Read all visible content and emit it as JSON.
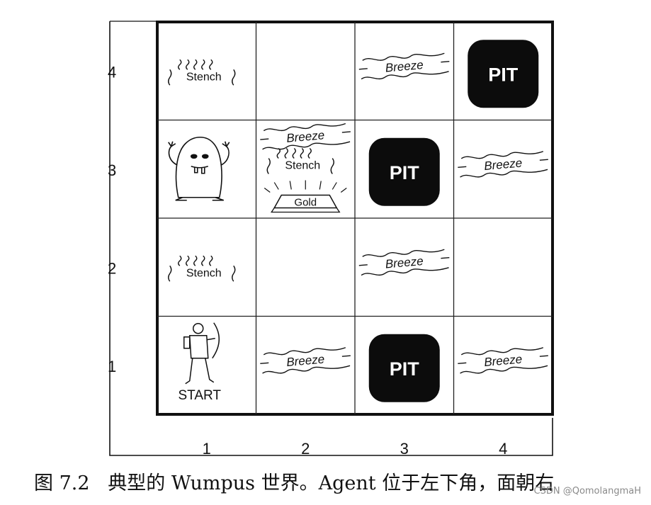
{
  "row_labels": [
    "4",
    "3",
    "2",
    "1"
  ],
  "col_labels": [
    "1",
    "2",
    "3",
    "4"
  ],
  "cells": [
    {
      "col": 1,
      "row": 4,
      "items": [
        "stench"
      ]
    },
    {
      "col": 2,
      "row": 4,
      "items": []
    },
    {
      "col": 3,
      "row": 4,
      "items": [
        "breeze"
      ]
    },
    {
      "col": 4,
      "row": 4,
      "items": [
        "pit"
      ]
    },
    {
      "col": 1,
      "row": 3,
      "items": [
        "wumpus"
      ]
    },
    {
      "col": 2,
      "row": 3,
      "items": [
        "breeze",
        "stench",
        "gold"
      ]
    },
    {
      "col": 3,
      "row": 3,
      "items": [
        "pit"
      ]
    },
    {
      "col": 4,
      "row": 3,
      "items": [
        "breeze"
      ]
    },
    {
      "col": 1,
      "row": 2,
      "items": [
        "stench"
      ]
    },
    {
      "col": 2,
      "row": 2,
      "items": []
    },
    {
      "col": 3,
      "row": 2,
      "items": [
        "breeze"
      ]
    },
    {
      "col": 4,
      "row": 2,
      "items": []
    },
    {
      "col": 1,
      "row": 1,
      "items": [
        "agent"
      ]
    },
    {
      "col": 2,
      "row": 1,
      "items": [
        "breeze"
      ]
    },
    {
      "col": 3,
      "row": 1,
      "items": [
        "pit"
      ]
    },
    {
      "col": 4,
      "row": 1,
      "items": [
        "breeze"
      ]
    }
  ],
  "text": {
    "stench": "Stench",
    "breeze": "Breeze",
    "pit": "PIT",
    "gold": "Gold",
    "start": "START"
  },
  "caption": {
    "figure_no": "图 7.2",
    "text": "典型的 Wumpus 世界。Agent 位于左下角，面朝右"
  },
  "watermark": "CSDN @QomolangmaH",
  "colors": {
    "pit": "#0c0c0c",
    "line": "#111111",
    "text": "#111111"
  }
}
